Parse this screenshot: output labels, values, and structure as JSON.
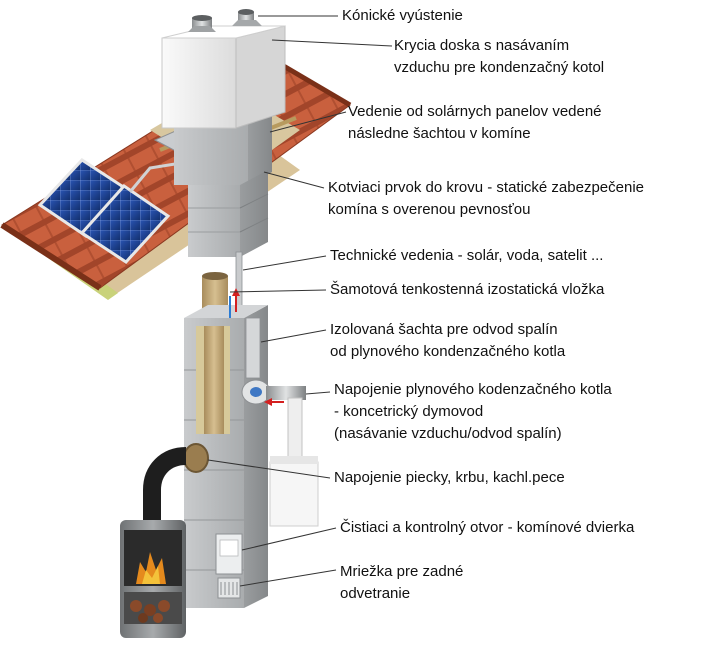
{
  "colors": {
    "tile": "#c85a3a",
    "tile_dark": "#9c3e24",
    "block": "#b8babc",
    "block_dark": "#8f9294",
    "cap": "#f1f1f1",
    "liner": "#c3a877",
    "solar": "#1d3f8f",
    "leader": "#333333"
  },
  "labels": [
    {
      "id": "conical-outlet",
      "lines": [
        "Kónické vyústenie"
      ]
    },
    {
      "id": "cover-plate",
      "lines": [
        "Krycia doska s nasávaním",
        "vzduchu pre kondenzačný kotol"
      ]
    },
    {
      "id": "solar-lines",
      "lines": [
        "Vedenie od solárnych panelov vedené",
        "následne šachtou v komíne"
      ]
    },
    {
      "id": "roof-anchor",
      "lines": [
        "Kotviaci prvok do krovu - statické zabezpečenie",
        "komína s overenou pevnosťou"
      ]
    },
    {
      "id": "tech-lines",
      "lines": [
        "Technické vedenia - solár, voda, satelit ..."
      ]
    },
    {
      "id": "fireclay-liner",
      "lines": [
        "Šamotová tenkostenná izostatická vložka"
      ]
    },
    {
      "id": "insulated-shaft",
      "lines": [
        "Izolovaná šachta pre odvod spalín",
        "od plynového kondenzačného kotla"
      ]
    },
    {
      "id": "boiler-connection",
      "lines": [
        "Napojenie plynového kodenzačného kotla",
        " - koncetrický dymovod",
        "(nasávanie vzduchu/odvod spalín)"
      ]
    },
    {
      "id": "stove-connection",
      "lines": [
        "Napojenie piecky, krbu, kachl.pece"
      ]
    },
    {
      "id": "cleaning-door",
      "lines": [
        "Čistiaci a kontrolný otvor - komínové dvierka"
      ]
    },
    {
      "id": "rear-vent-grille",
      "lines": [
        "Mriežka pre zadné",
        "odvetranie"
      ]
    }
  ]
}
